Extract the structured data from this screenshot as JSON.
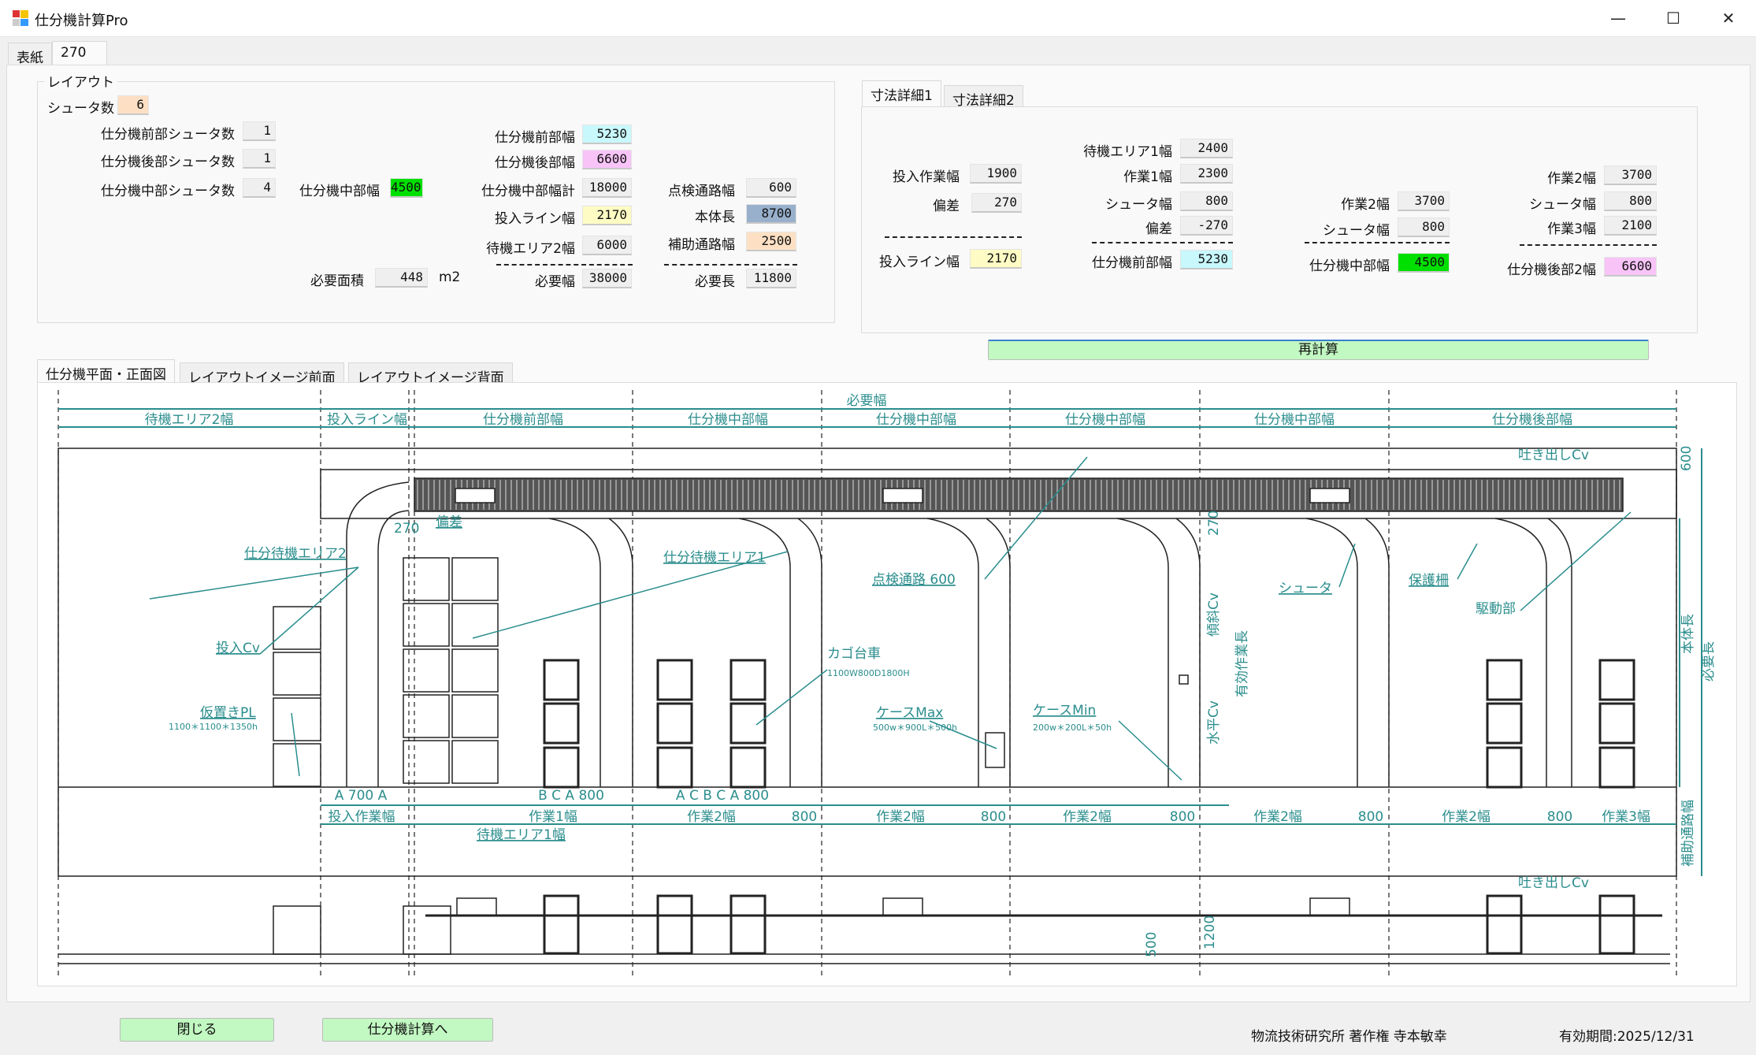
{
  "window": {
    "title": "仕分機計算Pro",
    "minimize": "—",
    "maximize": "☐",
    "close": "✕"
  },
  "top_tabs": [
    {
      "label": "表紙"
    },
    {
      "label": "270"
    }
  ],
  "layout": {
    "group_title": "レイアウト",
    "chute_count": {
      "label": "シュータ数",
      "value": "6",
      "color": "#fde0c4"
    },
    "front_chutes": {
      "label": "仕分機前部シュータ数",
      "value": "1"
    },
    "rear_chutes": {
      "label": "仕分機後部シュータ数",
      "value": "1"
    },
    "mid_chutes": {
      "label": "仕分機中部シュータ数",
      "value": "4"
    },
    "mid_width": {
      "label": "仕分機中部幅",
      "value": "4500",
      "color": "#00e000"
    },
    "front_width": {
      "label": "仕分機前部幅",
      "value": "5230",
      "color": "#c8f8fc"
    },
    "rear_width": {
      "label": "仕分機後部幅",
      "value": "6600",
      "color": "#f8c4f8"
    },
    "mid_total": {
      "label": "仕分機中部幅計",
      "value": "18000"
    },
    "input_line": {
      "label": "投入ライン幅",
      "value": "2170",
      "color": "#fefcc4"
    },
    "wait2": {
      "label": "待機エリア2幅",
      "value": "6000"
    },
    "required_width": {
      "label": "必要幅",
      "value": "38000"
    },
    "inspection": {
      "label": "点検通路幅",
      "value": "600"
    },
    "body_length": {
      "label": "本体長",
      "value": "8700",
      "color": "#98b0cc"
    },
    "aux_path": {
      "label": "補助通路幅",
      "value": "2500",
      "color": "#fde0c4"
    },
    "required_length": {
      "label": "必要長",
      "value": "11800"
    },
    "area": {
      "label": "必要面積",
      "value": "448",
      "unit": "m2"
    }
  },
  "detail": {
    "tabs": [
      {
        "label": "寸法詳細1"
      },
      {
        "label": "寸法詳細2"
      }
    ],
    "c1": {
      "input_work": {
        "label": "投入作業幅",
        "value": "1900"
      },
      "offset": {
        "label": "偏差",
        "value": "270"
      },
      "input_line": {
        "label": "投入ライン幅",
        "value": "2170"
      }
    },
    "c2": {
      "wait1": {
        "label": "待機エリア1幅",
        "value": "2400"
      },
      "work1": {
        "label": "作業1幅",
        "value": "2300"
      },
      "chute": {
        "label": "シュータ幅",
        "value": "800"
      },
      "offset": {
        "label": "偏差",
        "value": "-270"
      },
      "front": {
        "label": "仕分機前部幅",
        "value": "5230"
      }
    },
    "c3": {
      "work2": {
        "label": "作業2幅",
        "value": "3700"
      },
      "chute": {
        "label": "シュータ幅",
        "value": "800"
      },
      "mid": {
        "label": "仕分機中部幅",
        "value": "4500"
      }
    },
    "c4": {
      "work2": {
        "label": "作業2幅",
        "value": "3700"
      },
      "chute": {
        "label": "シュータ幅",
        "value": "800"
      },
      "work3": {
        "label": "作業3幅",
        "value": "2100"
      },
      "rear2": {
        "label": "仕分機後部2幅",
        "value": "6600"
      }
    }
  },
  "recalc_label": "再計算",
  "drawing_tabs": [
    {
      "label": "仕分機平面・正面図"
    },
    {
      "label": "レイアウトイメージ前面"
    },
    {
      "label": "レイアウトイメージ背面"
    }
  ],
  "drawing": {
    "required_width": "必要幅",
    "sections": [
      "待機エリア2幅",
      "投入ライン幅",
      "仕分機前部幅",
      "仕分機中部幅",
      "仕分機中部幅",
      "仕分機中部幅",
      "仕分機中部幅",
      "仕分機後部幅"
    ],
    "wait2": "仕分待機エリア2",
    "input_cv": "投入Cv",
    "pallet": "仮置きPL",
    "pallet_size": "1100＊1100＊1350h",
    "offset_val": "270",
    "offset": "偏差",
    "wait1": "仕分待機エリア1",
    "inspection": "点検通路 600",
    "cart": "カゴ台車",
    "cart_size": "1100W800D1800H",
    "case_max": "ケースMax",
    "case_max_size": "500w＊900L＊500h",
    "case_min": "ケースMin",
    "case_min_size": "200w＊200L＊50h",
    "chute": "シュータ",
    "guard": "保護柵",
    "drive": "駆動部",
    "discharge": "吐き出しCv",
    "dim600": "600",
    "incline": "傾斜Cv",
    "horizontal": "水平Cv",
    "effective": "有効作業長",
    "dim270": "270",
    "body_length": "本体長",
    "required_length": "必要長",
    "aux_path": "補助通路幅",
    "row1": [
      "A 700 A",
      "B   C   A 800",
      "A  C   B   C   A 800"
    ],
    "row2": [
      "投入作業幅",
      "作業1幅",
      "作業2幅",
      "800",
      "作業2幅",
      "800",
      "作業2幅",
      "800",
      "作業2幅",
      "800",
      "作業2幅",
      "800",
      "作業3幅"
    ],
    "wait1_width": "待機エリア1幅",
    "discharge2": "吐き出しCv",
    "dim500": "500",
    "dim1200": "1200"
  },
  "footer": {
    "close": "閉じる",
    "to_calc": "仕分機計算へ",
    "credit": "物流技術研究所 著作権 寺本敏幸",
    "expiry": "有効期間:2025/12/31"
  }
}
